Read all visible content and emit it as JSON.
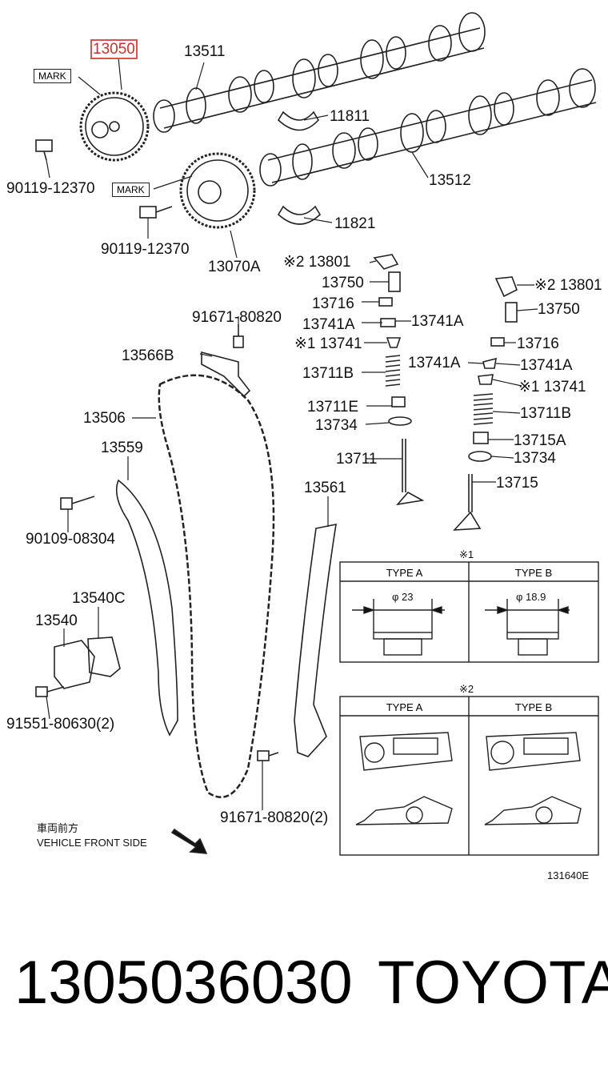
{
  "parts": {
    "p13050": "13050",
    "p13511": "13511",
    "p11811": "11811",
    "p13512": "13512",
    "p11821": "11821",
    "p13070A": "13070A",
    "bolt1": "90119-12370",
    "bolt2": "90119-12370",
    "p13801a": "※2 13801",
    "p13750a": "13750",
    "p13716a": "13716",
    "p13741Aa1": "13741A",
    "p13741Aa2": "13741A",
    "p13741a": "※1 13741",
    "p13711Ba": "13711B",
    "p13711E": "13711E",
    "p13734a": "13734",
    "p13711": "13711",
    "p13801b": "※2 13801",
    "p13750b": "13750",
    "p13716b": "13716",
    "p13741Ab1": "13741A",
    "p13741Ab2": "13741A",
    "p13741b": "※1 13741",
    "p13711Bb": "13711B",
    "p13715A": "13715A",
    "p13734b": "13734",
    "p13715": "13715",
    "bolt3": "91671-80820",
    "p13566B": "13566B",
    "p13506": "13506",
    "p13559": "13559",
    "bolt4": "90109-08304",
    "p13561": "13561",
    "p13540C": "13540C",
    "p13540": "13540",
    "bolt5": "91551-80630(2)",
    "bolt6": "91671-80820(2)"
  },
  "marks": {
    "mark1": "MARK",
    "mark2": "MARK"
  },
  "table1": {
    "title": "※1",
    "type_a": "TYPE A",
    "type_b": "TYPE B",
    "dim_a": "φ 23",
    "dim_b": "φ 18.9"
  },
  "table2": {
    "title": "※2",
    "type_a": "TYPE A",
    "type_b": "TYPE B"
  },
  "vehicle_front_jp": "車両前方",
  "vehicle_front_en": "VEHICLE FRONT SIDE",
  "diagram_code": "131640E",
  "part_number": "1305036030",
  "brand": "TOYOTA"
}
